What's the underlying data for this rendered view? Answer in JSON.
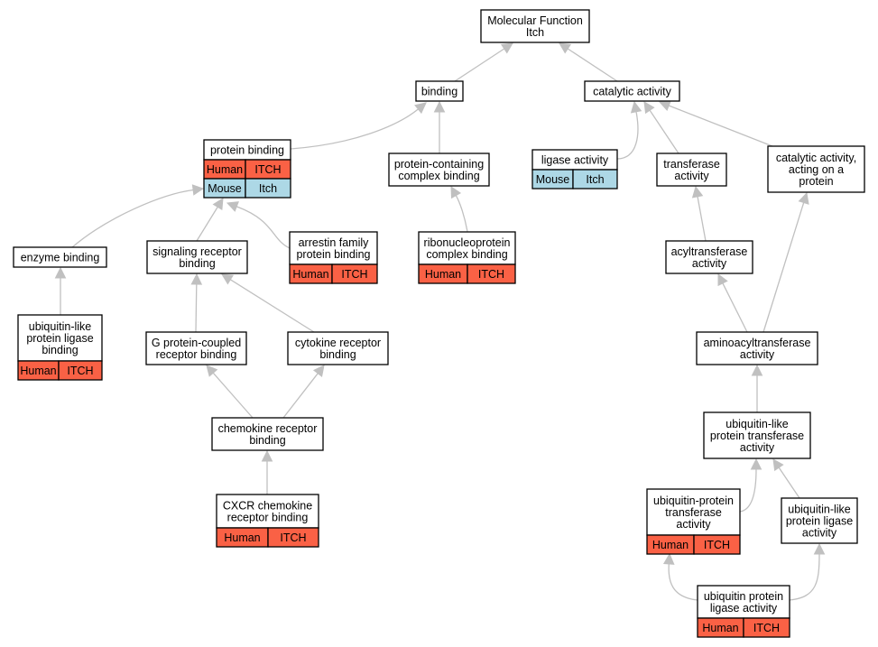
{
  "colors": {
    "human": "#fa6145",
    "mouse": "#add8e6",
    "edge": "#c0c0c0",
    "border": "#000000"
  },
  "nodes": {
    "molecular_function": {
      "lines": [
        "Molecular Function",
        "Itch"
      ]
    },
    "binding": {
      "lines": [
        "binding"
      ]
    },
    "catalytic_activity": {
      "lines": [
        "catalytic activity"
      ]
    },
    "protein_binding": {
      "lines": [
        "protein binding"
      ],
      "rows": [
        [
          "Human",
          "ITCH"
        ],
        [
          "Mouse",
          "Itch"
        ]
      ]
    },
    "protein_containing_complex_binding": {
      "lines": [
        "protein-containing",
        "complex binding"
      ]
    },
    "ligase_activity": {
      "lines": [
        "ligase activity"
      ],
      "rows": [
        [
          "Mouse",
          "Itch"
        ]
      ]
    },
    "transferase_activity": {
      "lines": [
        "transferase",
        "activity"
      ]
    },
    "catalytic_activity_on_protein": {
      "lines": [
        "catalytic activity,",
        "acting on a",
        "protein"
      ]
    },
    "enzyme_binding": {
      "lines": [
        "enzyme binding"
      ]
    },
    "signaling_receptor_binding": {
      "lines": [
        "signaling receptor",
        "binding"
      ]
    },
    "arrestin_family_protein_binding": {
      "lines": [
        "arrestin family",
        "protein binding"
      ],
      "rows": [
        [
          "Human",
          "ITCH"
        ]
      ]
    },
    "ribonucleoprotein_complex_binding": {
      "lines": [
        "ribonucleoprotein",
        "complex binding"
      ],
      "rows": [
        [
          "Human",
          "ITCH"
        ]
      ]
    },
    "acyltransferase_activity": {
      "lines": [
        "acyltransferase",
        "activity"
      ]
    },
    "ubiquitin_like_protein_ligase_binding": {
      "lines": [
        "ubiquitin-like",
        "protein ligase",
        "binding"
      ],
      "rows": [
        [
          "Human",
          "ITCH"
        ]
      ]
    },
    "g_protein_coupled_receptor_binding": {
      "lines": [
        "G protein-coupled",
        "receptor binding"
      ]
    },
    "cytokine_receptor_binding": {
      "lines": [
        "cytokine receptor",
        "binding"
      ]
    },
    "aminoacyltransferase_activity": {
      "lines": [
        "aminoacyltransferase",
        "activity"
      ]
    },
    "chemokine_receptor_binding": {
      "lines": [
        "chemokine receptor",
        "binding"
      ]
    },
    "ubiquitin_like_protein_transferase_activity": {
      "lines": [
        "ubiquitin-like",
        "protein transferase",
        "activity"
      ]
    },
    "cxcr_chemokine_receptor_binding": {
      "lines": [
        "CXCR chemokine",
        "receptor binding"
      ],
      "rows": [
        [
          "Human",
          "ITCH"
        ]
      ]
    },
    "ubiquitin_protein_transferase_activity": {
      "lines": [
        "ubiquitin-protein",
        "transferase",
        "activity"
      ],
      "rows": [
        [
          "Human",
          "ITCH"
        ]
      ]
    },
    "ubiquitin_like_protein_ligase_activity": {
      "lines": [
        "ubiquitin-like",
        "protein ligase",
        "activity"
      ]
    },
    "ubiquitin_protein_ligase_activity": {
      "lines": [
        "ubiquitin protein",
        "ligase activity"
      ],
      "rows": [
        [
          "Human",
          "ITCH"
        ]
      ]
    }
  },
  "edges": [
    [
      "binding",
      "molecular_function"
    ],
    [
      "catalytic_activity",
      "molecular_function"
    ],
    [
      "protein_binding",
      "binding"
    ],
    [
      "protein_containing_complex_binding",
      "binding"
    ],
    [
      "ligase_activity",
      "catalytic_activity"
    ],
    [
      "transferase_activity",
      "catalytic_activity"
    ],
    [
      "catalytic_activity_on_protein",
      "catalytic_activity"
    ],
    [
      "enzyme_binding",
      "protein_binding"
    ],
    [
      "signaling_receptor_binding",
      "protein_binding"
    ],
    [
      "arrestin_family_protein_binding",
      "protein_binding"
    ],
    [
      "ribonucleoprotein_complex_binding",
      "protein_containing_complex_binding"
    ],
    [
      "acyltransferase_activity",
      "transferase_activity"
    ],
    [
      "ubiquitin_like_protein_ligase_binding",
      "enzyme_binding"
    ],
    [
      "g_protein_coupled_receptor_binding",
      "signaling_receptor_binding"
    ],
    [
      "cytokine_receptor_binding",
      "signaling_receptor_binding"
    ],
    [
      "aminoacyltransferase_activity",
      "acyltransferase_activity"
    ],
    [
      "aminoacyltransferase_activity",
      "catalytic_activity_on_protein"
    ],
    [
      "chemokine_receptor_binding",
      "g_protein_coupled_receptor_binding"
    ],
    [
      "chemokine_receptor_binding",
      "cytokine_receptor_binding"
    ],
    [
      "ubiquitin_like_protein_transferase_activity",
      "aminoacyltransferase_activity"
    ],
    [
      "cxcr_chemokine_receptor_binding",
      "chemokine_receptor_binding"
    ],
    [
      "ubiquitin_protein_transferase_activity",
      "ubiquitin_like_protein_transferase_activity"
    ],
    [
      "ubiquitin_like_protein_ligase_activity",
      "ubiquitin_like_protein_transferase_activity"
    ],
    [
      "ubiquitin_protein_ligase_activity",
      "ubiquitin_protein_transferase_activity"
    ],
    [
      "ubiquitin_protein_ligase_activity",
      "ubiquitin_like_protein_ligase_activity"
    ]
  ]
}
